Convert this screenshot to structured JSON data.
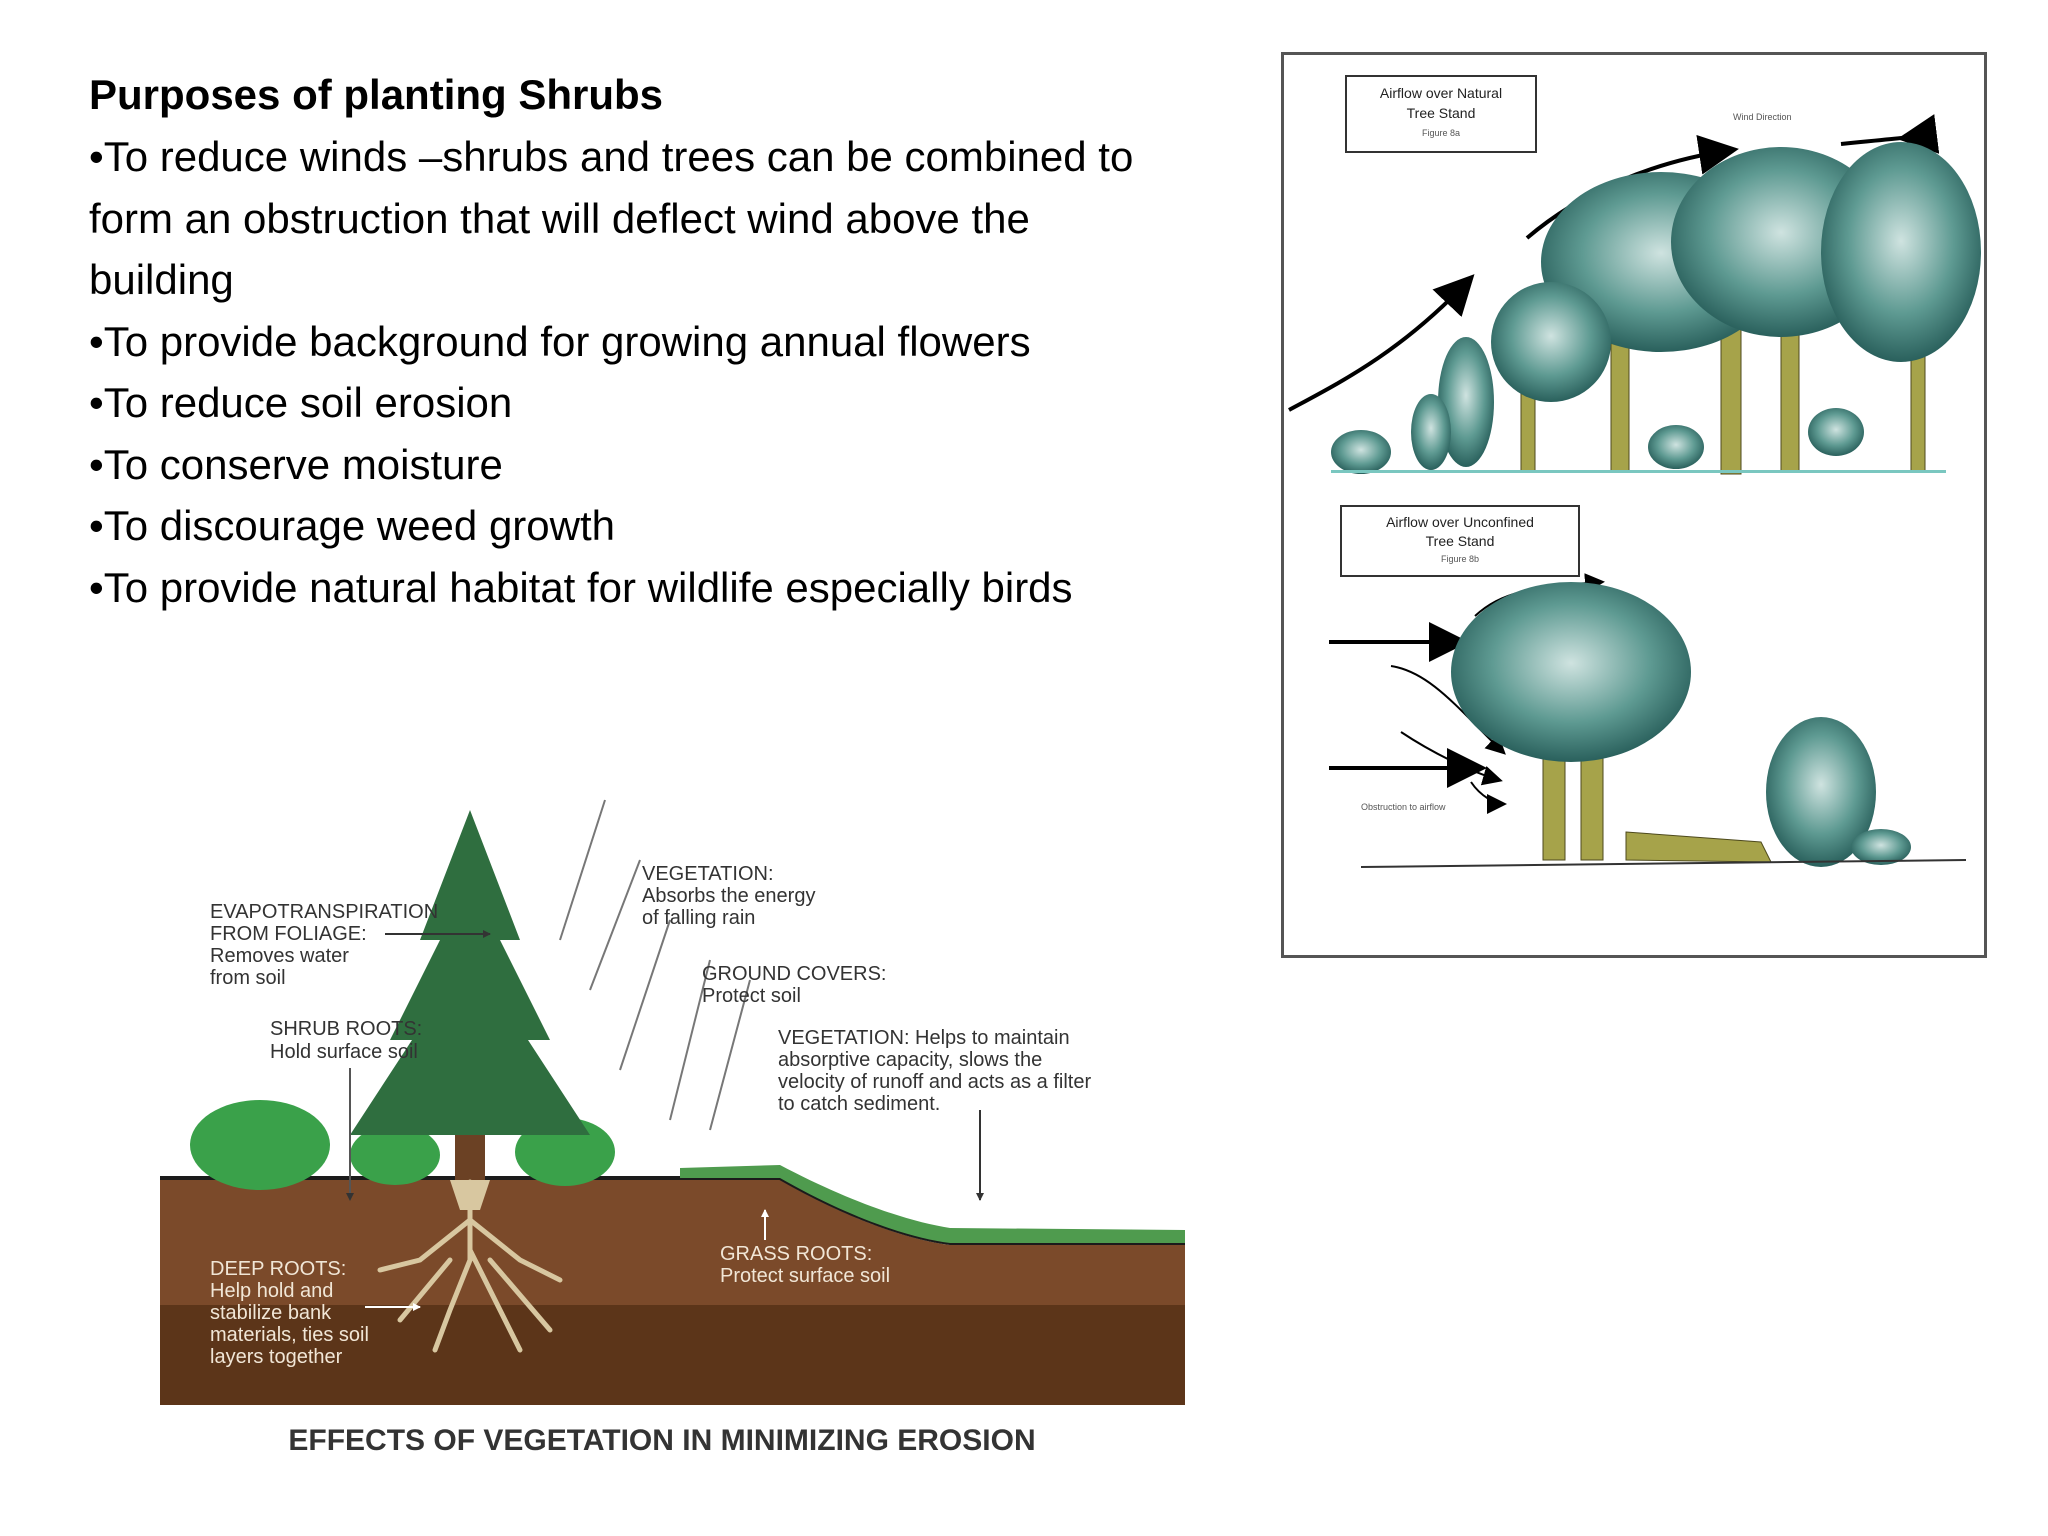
{
  "slide": {
    "heading": "Purposes of planting Shrubs",
    "bullets": [
      "•To reduce winds –shrubs and trees can be combined to form an obstruction that will deflect wind above the building",
      "•To provide background for growing annual flowers",
      "•To reduce soil erosion",
      "•To conserve moisture",
      "•To discourage weed growth",
      "•To provide natural habitat for wildlife especially birds"
    ]
  },
  "wind_figure": {
    "top_box": {
      "line1": "Airflow over Natural",
      "line2": "Tree Stand",
      "line3": "Figure 8a"
    },
    "top_caption": "Wind Direction",
    "bottom_box": {
      "line1": "Airflow over Unconfined",
      "line2": "Tree Stand",
      "line3": "Figure 8b"
    },
    "bottom_caption": "Obstruction to airflow"
  },
  "erosion_figure": {
    "evapo": {
      "line1": "EVAPOTRANSPIRATION",
      "line2": "FROM FOLIAGE:",
      "line3": "Removes water",
      "line4": "from soil"
    },
    "veg_top": {
      "line1": "VEGETATION:",
      "line2": "Absorbs the energy",
      "line3": "of falling rain"
    },
    "ground": {
      "line1": "GROUND COVERS:",
      "line2": "Protect soil"
    },
    "shrub": {
      "line1": "SHRUB ROOTS:",
      "line2": "Hold surface soil"
    },
    "veg_right": {
      "line1": "VEGETATION: Helps to maintain",
      "line2": "absorptive capacity, slows the",
      "line3": "velocity of runoff and acts as a filter",
      "line4": "to catch sediment."
    },
    "deep": {
      "line1": "DEEP ROOTS:",
      "line2": "Help hold and",
      "line3": "stabilize bank",
      "line4": "materials, ties soil",
      "line5": "layers together"
    },
    "grass": {
      "line1": "GRASS ROOTS:",
      "line2": "Protect surface soil"
    },
    "title": "EFFECTS OF VEGETATION IN MINIMIZING EROSION"
  }
}
